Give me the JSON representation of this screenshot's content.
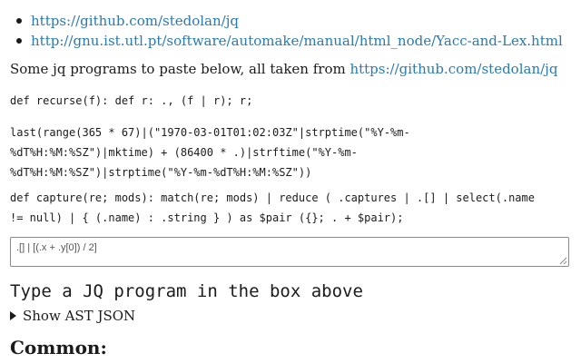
{
  "links": [
    {
      "text": "https://github.com/stedolan/jq"
    },
    {
      "text": "http://gnu.ist.utl.pt/software/automake/manual/html_node/Yacc-and-Lex.html"
    }
  ],
  "intro": {
    "prefix": "Some jq programs to paste below, all taken from ",
    "link_text": "https://github.com/stedolan/jq"
  },
  "code_examples": [
    "def recurse(f): def r: ., (f | r); r;",
    "last(range(365 * 67)|(\"1970-03-01T01:02:03Z\"|strptime(\"%Y-%m-\n%dT%H:%M:%SZ\")|mktime) + (86400 * .)|strftime(\"%Y-%m-\n%dT%H:%M:%SZ\")|strptime(\"%Y-%m-%dT%H:%M:%SZ\"))",
    "def capture(re; mods): match(re; mods) | reduce ( .captures | .[] | select(.name\n!= null) | { (.name) : .string } ) as $pair ({}; . + $pair);"
  ],
  "program_input": {
    "value": ".[] | [(.x + .y[0]) / 2]"
  },
  "status_heading": "Type a JQ program in the box above",
  "ast_toggle": {
    "label": "Show AST JSON"
  },
  "section_heading": "Common:"
}
